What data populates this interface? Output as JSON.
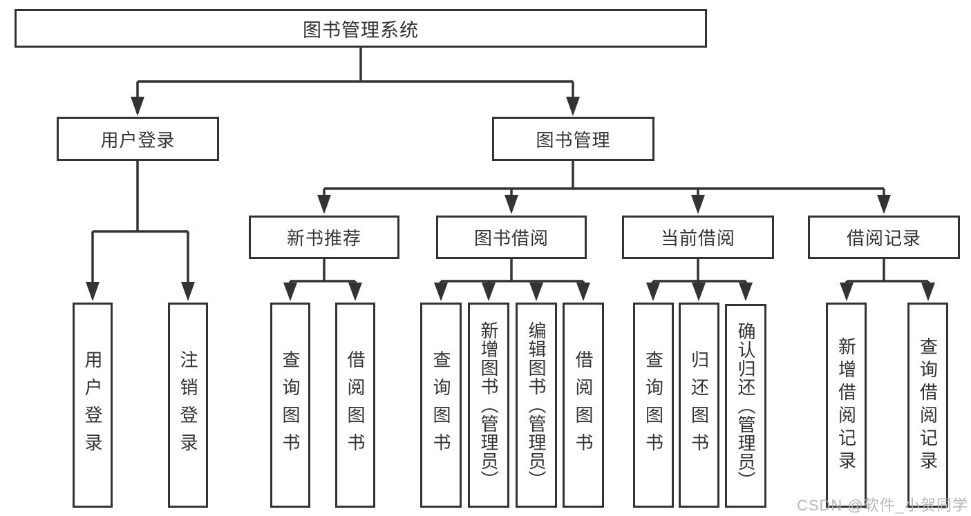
{
  "nodes": {
    "root": {
      "label": "图书管理系统"
    },
    "user_login": {
      "label": "用户登录",
      "children": [
        {
          "label": "用户登录"
        },
        {
          "label": "注销登录"
        }
      ]
    },
    "book_management": {
      "label": "图书管理",
      "children": [
        {
          "label": "新书推荐",
          "children": [
            {
              "label": "查询图书"
            },
            {
              "label": "借阅图书"
            }
          ]
        },
        {
          "label": "图书借阅",
          "children": [
            {
              "label": "查询图书"
            },
            {
              "label": "新增图书（管理员）"
            },
            {
              "label": "编辑图书（管理员）"
            },
            {
              "label": "借阅图书"
            }
          ]
        },
        {
          "label": "当前借阅",
          "children": [
            {
              "label": "查询图书"
            },
            {
              "label": "归还图书"
            },
            {
              "label": "确认归还（管理员）"
            }
          ]
        },
        {
          "label": "借阅记录",
          "children": [
            {
              "label": "新增借阅记录"
            },
            {
              "label": "查询借阅记录"
            }
          ]
        }
      ]
    }
  },
  "watermark": {
    "text": "CSDN @软件_小贺同学",
    "color": "#b3b3b3"
  },
  "colors": {
    "line": "#333333",
    "box_border": "#333333",
    "text": "#333333",
    "background": "#ffffff"
  }
}
